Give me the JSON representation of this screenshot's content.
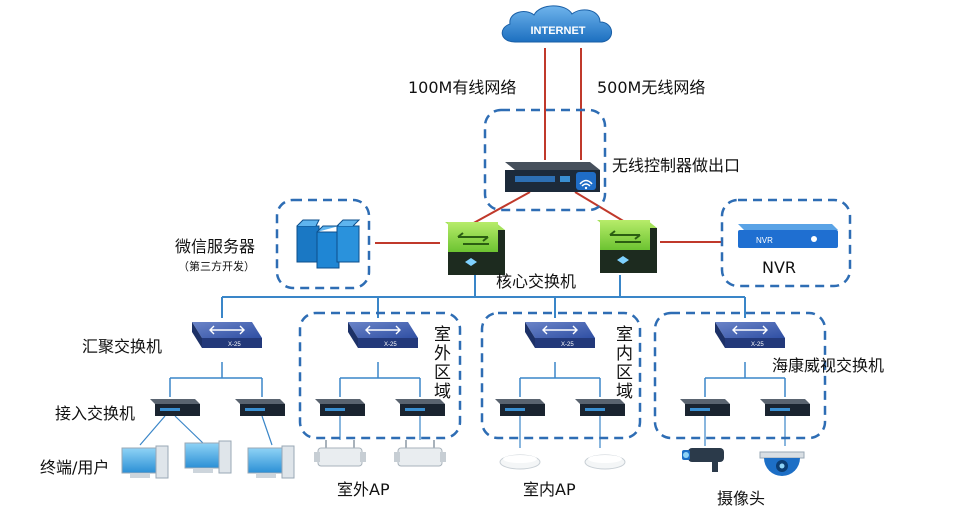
{
  "internet": {
    "label": "INTERNET"
  },
  "links": {
    "wired": "100M有线网络",
    "wireless": "500M无线网络"
  },
  "controller": {
    "label": "无线控制器做出口"
  },
  "wechat_server": {
    "label": "微信服务器",
    "note": "（第三方开发）"
  },
  "core": {
    "label": "核心交换机"
  },
  "nvr": {
    "label": "NVR",
    "device_text": "NVR"
  },
  "aggregation": {
    "label": "汇聚交换机"
  },
  "switch_text": "X-25",
  "access": {
    "label": "接入交换机"
  },
  "terminals": {
    "label": "终端/用户"
  },
  "outdoor": {
    "zone": "室外区域",
    "ap_label": "室外AP"
  },
  "indoor": {
    "zone": "室内区域",
    "ap_label": "室内AP"
  },
  "hikvision": {
    "label": "海康威视交换机"
  },
  "camera": {
    "label": "摄像头"
  },
  "colors": {
    "accent_blue": "#2f7cc2",
    "link_red": "#c0392b",
    "line_blue": "#3a86c8",
    "zone_dash": "#2e6db4"
  }
}
